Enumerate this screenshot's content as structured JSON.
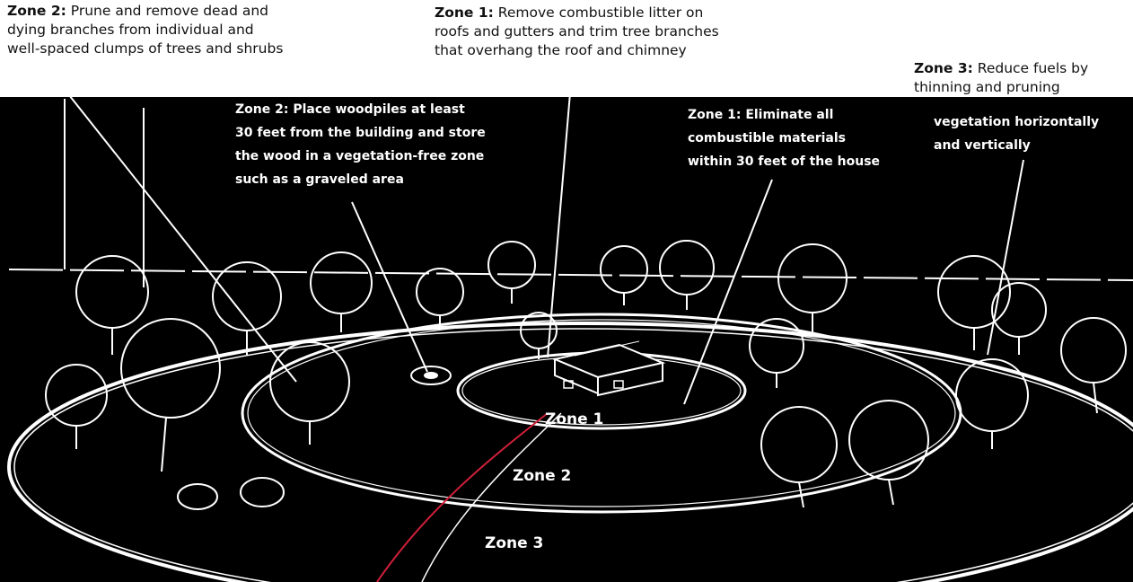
{
  "captions": {
    "zone2": {
      "title": "Zone 2:",
      "line1": "Prune and remove dead and",
      "line2": "dying branches from individual and",
      "line3": "well-spaced clumps of trees and shrubs"
    },
    "zone1": {
      "title": "Zone 1:",
      "line1": "Remove combustible litter on",
      "line2": "roofs and gutters and trim tree branches",
      "line3": "that overhang the roof and chimney"
    },
    "zone3": {
      "title": "Zone 3:",
      "line1": "Reduce fuels by",
      "line2": "thinning  and pruning"
    }
  },
  "scene_notes": {
    "zone2": {
      "line1": "Zone 2: Place woodpiles at least",
      "line2": "30 feet from the building and store",
      "line3": "the wood in a vegetation-free zone",
      "line4": "such as a graveled area"
    },
    "zone1": {
      "line1": "Zone 1: Eliminate all",
      "line2": "combustible materials",
      "line3": "within 30 feet of the house"
    },
    "zone3": {
      "line1": "vegetation horizontally",
      "line2": "and vertically"
    }
  },
  "zone_labels": {
    "zone1": "Zone 1",
    "zone2": "Zone 2",
    "zone3": "Zone 3"
  },
  "colors": {
    "background": "#000000",
    "caption_bg": "#ffffff",
    "line": "#ffffff",
    "accent_red": "#d0203a"
  }
}
